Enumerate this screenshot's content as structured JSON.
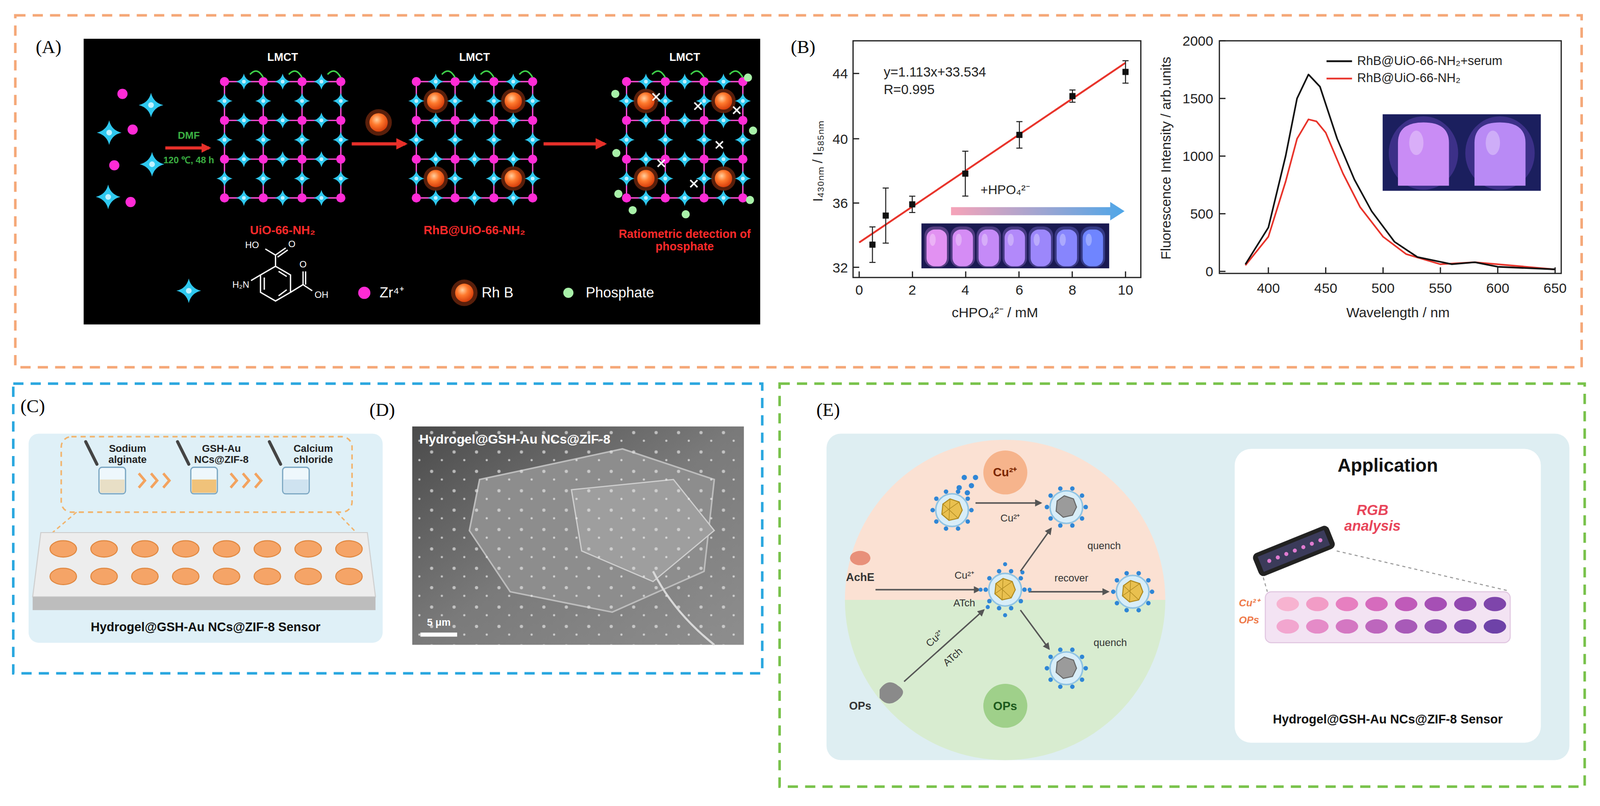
{
  "diagram": {
    "nodes": [
      {
        "text": [
          "LMCT",
          "UiO-66-NH₂"
        ]
      },
      {
        "text": [
          "LMCT",
          "RhB@UiO-66-NH₂"
        ]
      },
      {
        "text": [
          "LMCT",
          "Ratiometric detection of phosphate"
        ]
      },
      {
        "text": [
          "Hydrogel@GSH-Au NCs@ZIF-8 Sensor"
        ]
      },
      {
        "text": [
          "Hydrogel@GSH-Au NCs@ZIF-8"
        ]
      },
      {
        "text": [
          "Cu²⁺"
        ]
      },
      {
        "text": [
          "OPs"
        ]
      },
      {
        "text": [
          "Application",
          "Hydrogel@GSH-Au NCs@ZIF-8 Sensor"
        ]
      }
    ],
    "edges": [
      {
        "from": 0,
        "to": 1,
        "arrow": "to"
      },
      {
        "from": 1,
        "to": 2,
        "arrow": "to"
      }
    ],
    "labels": [
      "(A)",
      "DMF",
      "120 ℃, 48 h",
      "HO",
      "O",
      "H₂N",
      "O",
      "OH",
      "Zr⁴⁺",
      "Rh B",
      "Phosphate",
      "(B)",
      "y=1.113x+33.534",
      "R=0.995",
      "+HPO₄²⁻",
      "32",
      "36",
      "40",
      "44",
      "0",
      "2",
      "4",
      "6",
      "8",
      "10",
      "I₄₃₀ₙₘ / I₅₈₅ₙₘ",
      "cHPO₄²⁻ / mM",
      "0",
      "500",
      "1000",
      "1500",
      "2000",
      "400",
      "450",
      "500",
      "550",
      "600",
      "650",
      "Fluorescence Intensity / arb.units",
      "Wavelength / nm",
      "(C)",
      "Sodium alginate",
      "GSH-Au NCs@ZIF-8",
      "Calcium chloride",
      "(D)",
      "5 μm",
      "(E)",
      "AchE",
      "Cu²⁺",
      "ATch",
      "Cu²⁺",
      "quench",
      "recover",
      "quench",
      "Cu²⁺",
      "ATch",
      "OPs",
      "RGB analysis",
      "Cu²⁺",
      "OPs"
    ],
    "legend": [
      {
        "text": "RhB@UiO-66-NH₂+serum"
      },
      {
        "text": "RhB@UiO-66-NH₂"
      }
    ]
  }
}
